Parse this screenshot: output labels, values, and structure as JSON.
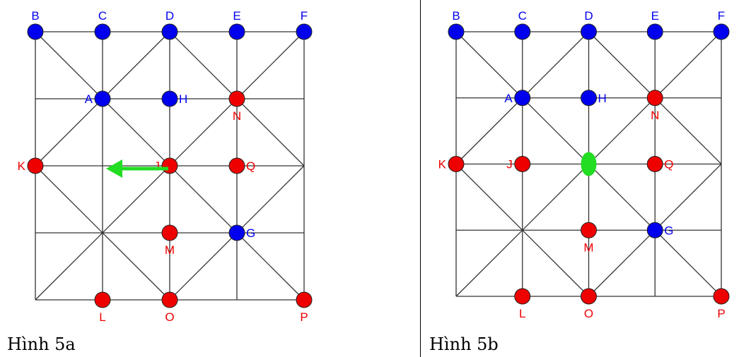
{
  "colors": {
    "blue": "#0000ee",
    "red": "#ee0000",
    "green": "#22dd22",
    "line": "#333333"
  },
  "figures": [
    {
      "caption": "Hình 5a",
      "nodes": [
        {
          "label": "B",
          "col": 0,
          "row": 0,
          "color": "blue",
          "label_side": "above"
        },
        {
          "label": "C",
          "col": 1,
          "row": 0,
          "color": "blue",
          "label_side": "above"
        },
        {
          "label": "D",
          "col": 2,
          "row": 0,
          "color": "blue",
          "label_side": "above"
        },
        {
          "label": "E",
          "col": 3,
          "row": 0,
          "color": "blue",
          "label_side": "above"
        },
        {
          "label": "F",
          "col": 4,
          "row": 0,
          "color": "blue",
          "label_side": "above"
        },
        {
          "label": "A",
          "col": 1,
          "row": 1,
          "color": "blue",
          "label_side": "left"
        },
        {
          "label": "H",
          "col": 2,
          "row": 1,
          "color": "blue",
          "label_side": "right"
        },
        {
          "label": "N",
          "col": 3,
          "row": 1,
          "color": "red",
          "label_side": "below"
        },
        {
          "label": "K",
          "col": 0,
          "row": 2,
          "color": "red",
          "label_side": "left"
        },
        {
          "label": "J",
          "col": 2,
          "row": 2,
          "color": "red",
          "label_side": "left"
        },
        {
          "label": "Q",
          "col": 3,
          "row": 2,
          "color": "red",
          "label_side": "right"
        },
        {
          "label": "M",
          "col": 2,
          "row": 3,
          "color": "red",
          "label_side": "below"
        },
        {
          "label": "G",
          "col": 3,
          "row": 3,
          "color": "blue",
          "label_side": "right"
        },
        {
          "label": "L",
          "col": 1,
          "row": 4,
          "color": "red",
          "label_side": "below"
        },
        {
          "label": "O",
          "col": 2,
          "row": 4,
          "color": "red",
          "label_side": "below"
        },
        {
          "label": "P",
          "col": 4,
          "row": 4,
          "color": "red",
          "label_side": "below"
        }
      ],
      "arrow": {
        "from": [
          2,
          2
        ],
        "to": [
          1,
          2
        ]
      }
    },
    {
      "caption": "Hình 5b",
      "nodes": [
        {
          "label": "B",
          "col": 0,
          "row": 0,
          "color": "blue",
          "label_side": "above"
        },
        {
          "label": "C",
          "col": 1,
          "row": 0,
          "color": "blue",
          "label_side": "above"
        },
        {
          "label": "D",
          "col": 2,
          "row": 0,
          "color": "blue",
          "label_side": "above"
        },
        {
          "label": "E",
          "col": 3,
          "row": 0,
          "color": "blue",
          "label_side": "above"
        },
        {
          "label": "F",
          "col": 4,
          "row": 0,
          "color": "blue",
          "label_side": "above"
        },
        {
          "label": "A",
          "col": 1,
          "row": 1,
          "color": "blue",
          "label_side": "left"
        },
        {
          "label": "H",
          "col": 2,
          "row": 1,
          "color": "blue",
          "label_side": "right"
        },
        {
          "label": "N",
          "col": 3,
          "row": 1,
          "color": "red",
          "label_side": "below"
        },
        {
          "label": "K",
          "col": 0,
          "row": 2,
          "color": "red",
          "label_side": "left"
        },
        {
          "label": "J",
          "col": 1,
          "row": 2,
          "color": "red",
          "label_side": "left"
        },
        {
          "label": "Q",
          "col": 3,
          "row": 2,
          "color": "red",
          "label_side": "right"
        },
        {
          "label": "M",
          "col": 2,
          "row": 3,
          "color": "red",
          "label_side": "below"
        },
        {
          "label": "G",
          "col": 3,
          "row": 3,
          "color": "blue",
          "label_side": "right"
        },
        {
          "label": "L",
          "col": 1,
          "row": 4,
          "color": "red",
          "label_side": "below"
        },
        {
          "label": "O",
          "col": 2,
          "row": 4,
          "color": "red",
          "label_side": "below"
        },
        {
          "label": "P",
          "col": 4,
          "row": 4,
          "color": "red",
          "label_side": "below"
        }
      ],
      "highlight": {
        "col": 2,
        "row": 2,
        "color": "green"
      }
    }
  ]
}
